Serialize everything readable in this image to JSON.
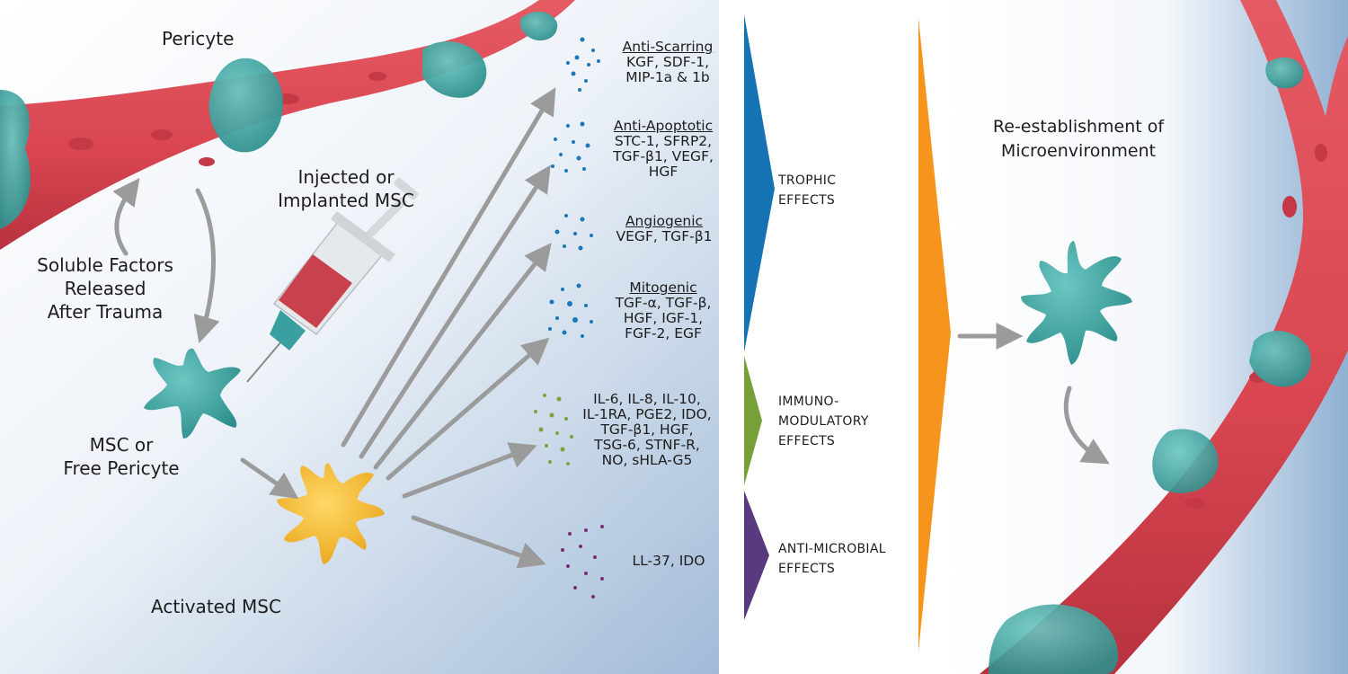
{
  "labels": {
    "pericyte": "Pericyte",
    "injected_line1": "Injected or",
    "injected_line2": "Implanted MSC",
    "soluble_line1": "Soluble Factors",
    "soluble_line2": "Released",
    "soluble_line3": "After Trauma",
    "msc_line1": "MSC or",
    "msc_line2": "Free Pericyte",
    "activated": "Activated MSC",
    "reestablish_line1": "Re-establishment of",
    "reestablish_line2": "Microenvironment"
  },
  "factors": {
    "anti_scarring": {
      "heading": "Anti-Scarring",
      "line1": "KGF, SDF-1,",
      "line2": "MIP-1a & 1b"
    },
    "anti_apoptotic": {
      "heading": "Anti-Apoptotic",
      "line1": "STC-1, SFRP2,",
      "line2": "TGF-β1, VEGF,",
      "line3": "HGF"
    },
    "angiogenic": {
      "heading": "Angiogenic",
      "line1": "VEGF, TGF-β1"
    },
    "mitogenic": {
      "heading": "Mitogenic",
      "line1": "TGF-α, TGF-β,",
      "line2": "HGF, IGF-1,",
      "line3": "FGF-2, EGF"
    },
    "immuno": {
      "line1": "IL-6, IL-8, IL-10,",
      "line2": "IL-1RA, PGE2, IDO,",
      "line3": "TGF-β1, HGF,",
      "line4": "TSG-6, STNF-R,",
      "line5": "NO, sHLA-G5"
    },
    "antimicrobial": {
      "line1": "LL-37, IDO"
    }
  },
  "effects": {
    "trophic_line1": "TROPHIC",
    "trophic_line2": "EFFECTS",
    "immuno_line1": "IMMUNO-",
    "immuno_line2": "MODULATORY",
    "immuno_line3": "EFFECTS",
    "antimicrobial_line1": "ANTI-MICROBIAL",
    "antimicrobial_line2": "EFFECTS"
  },
  "colors": {
    "vessel": "#d94651",
    "vessel_dark": "#b8323f",
    "cell_teal": "#3fa7a4",
    "cell_activated": "#f0b428",
    "trophic_blue": "#1673b3",
    "immuno_green": "#77a03b",
    "antimicrobial_purple": "#5a3a7f",
    "orange": "#f7941d",
    "arrow_gray": "#9b9b9b"
  }
}
